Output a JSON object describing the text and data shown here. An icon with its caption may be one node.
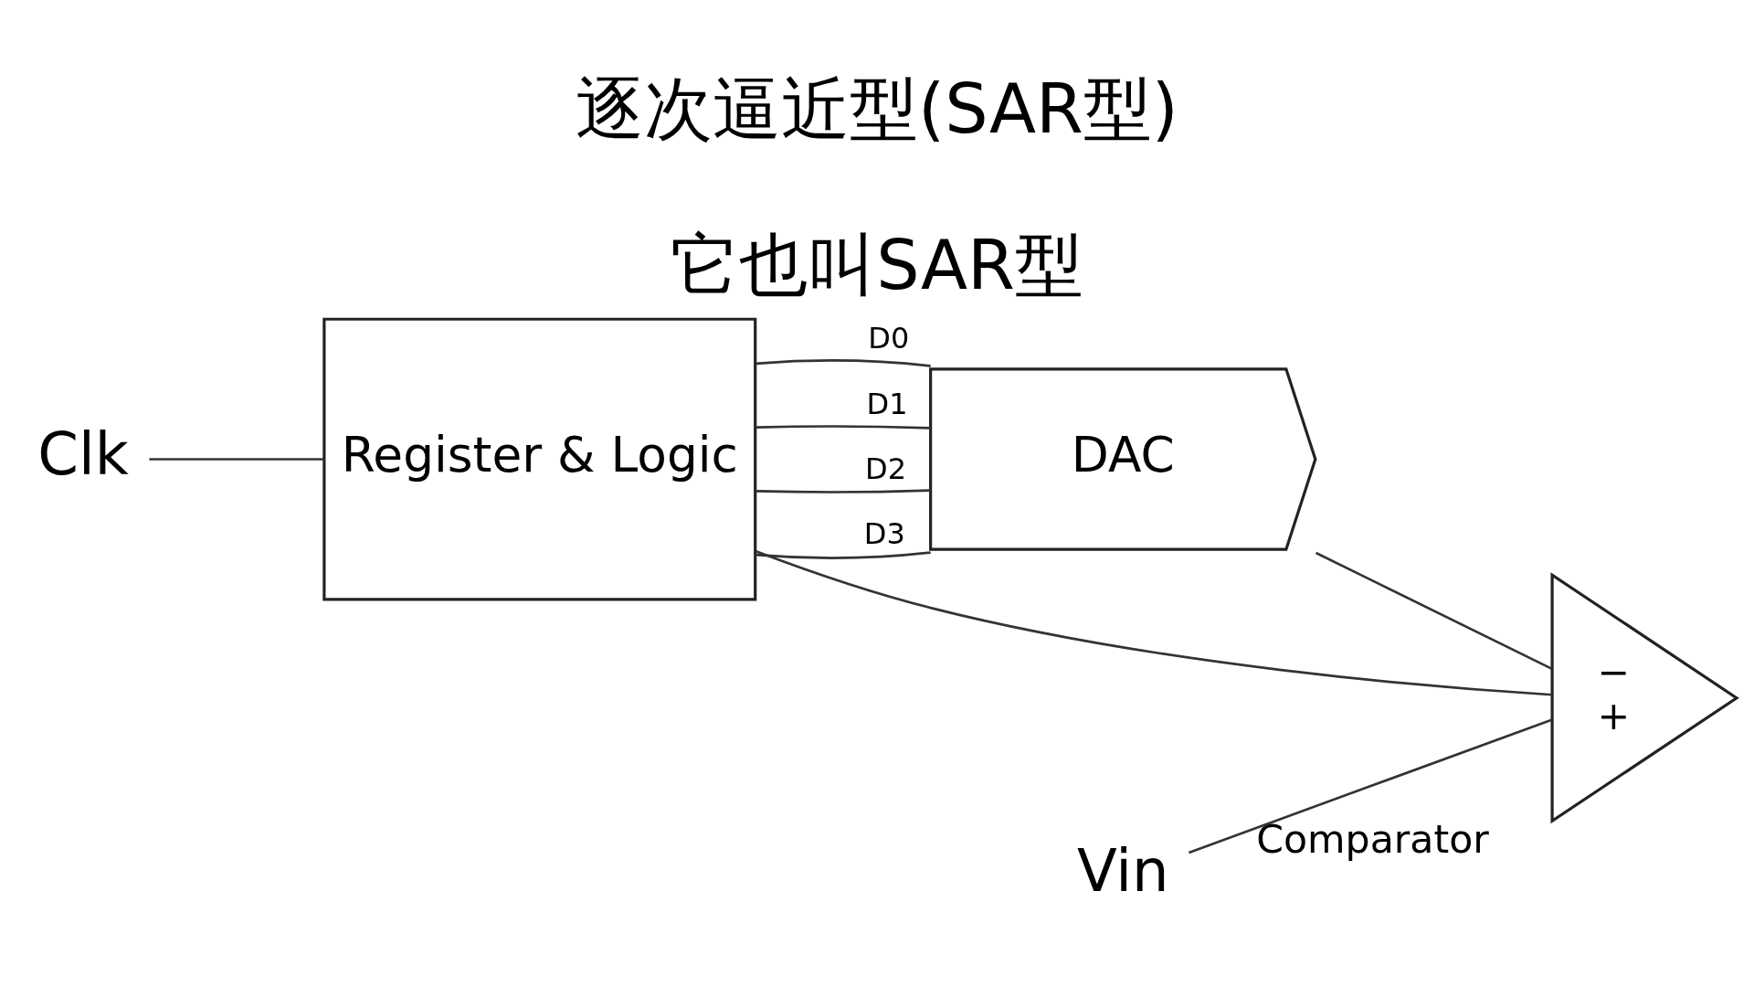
{
  "diagram": {
    "title": "逐次逼近型(SAR型)",
    "caption": "它也叫SAR型",
    "nodes": [
      {
        "text": [
          "Clk"
        ]
      },
      {
        "text": [
          "Register & Logic"
        ]
      },
      {
        "text": [
          "DAC"
        ]
      },
      {
        "text": [
          "−",
          "+"
        ],
        "beside": [
          "Comparator"
        ]
      },
      {
        "text": [
          "Vin"
        ]
      }
    ],
    "edges": [
      {
        "from": 0,
        "to": 1,
        "arrow": "none"
      },
      {
        "from": 1,
        "to": 2,
        "arrow": "none",
        "label": "D3"
      },
      {
        "from": 1,
        "to": 2,
        "arrow": "none",
        "label": "D2"
      },
      {
        "from": 1,
        "to": 2,
        "arrow": "none",
        "label": "D1"
      },
      {
        "from": 1,
        "to": 2,
        "arrow": "none",
        "label": "D0"
      },
      {
        "from": 2,
        "to": 3,
        "arrow": "none"
      },
      {
        "from": 4,
        "to": 3,
        "arrow": "none"
      },
      {
        "from": 3,
        "to": 1,
        "arrow": "none"
      }
    ]
  }
}
